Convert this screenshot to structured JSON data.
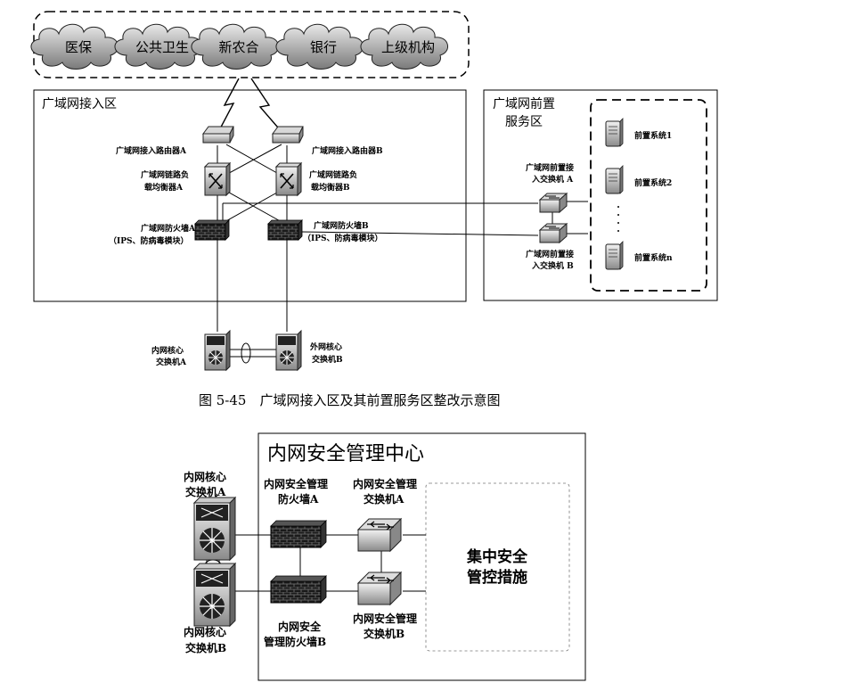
{
  "top_clouds": [
    "医保",
    "公共卫生",
    "新农合",
    "银行",
    "上级机构"
  ],
  "wan_access_zone": {
    "title": "广域网接入区",
    "router_a": "广域网接入路由器A",
    "router_b": "广域网接入路由器B",
    "lb_a_line1": "广域网链路负",
    "lb_a_line2": "载均衡器A",
    "lb_b_line1": "广域网链路负",
    "lb_b_line2": "载均衡器B",
    "fw_a_line1": "广域网防火墙A",
    "fw_a_line2": "（IPS、防病毒模块）",
    "fw_b_line1": "广域网防火墙B",
    "fw_b_line2": "（IPS、防病毒模块）"
  },
  "front_zone": {
    "title_line1": "广域网前置",
    "title_line2": "服务区",
    "switch_a_line1": "广域网前置接",
    "switch_a_line2": "入交换机 A",
    "switch_b_line1": "广域网前置接",
    "switch_b_line2": "入交换机 B",
    "systems": [
      "前置系统1",
      "前置系统2",
      "前置系统n"
    ]
  },
  "core": {
    "core_a_line1": "内网核心",
    "core_a_line2": "交换机A",
    "core_b_line1": "外网核心",
    "core_b_line2": "交换机B"
  },
  "caption": "图 5-45　广域网接入区及其前置服务区整改示意图",
  "bottom": {
    "center_title": "内网安全管理中心",
    "core_a_line1": "内网核心",
    "core_a_line2": "交换机A",
    "core_b_line1": "内网核心",
    "core_b_line2": "交换机B",
    "mgmt_fw_a_line1": "内网安全管理",
    "mgmt_fw_a_line2": "防火墙A",
    "mgmt_sw_a_line1": "内网安全管理",
    "mgmt_sw_a_line2": "交换机A",
    "mgmt_fw_b_line1": "内网安全",
    "mgmt_fw_b_line2": "管理防火墙B",
    "mgmt_sw_b_line1": "内网安全管理",
    "mgmt_sw_b_line2": "交换机B",
    "central_line1": "集中安全",
    "central_line2": "管控措施"
  }
}
